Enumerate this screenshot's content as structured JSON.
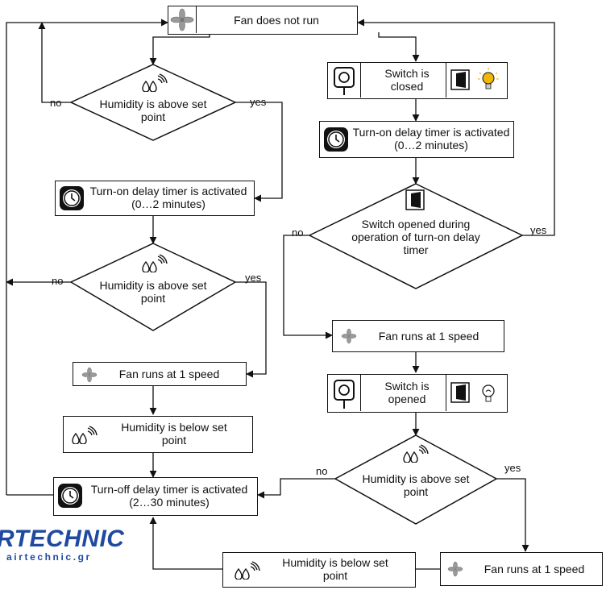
{
  "nodes": {
    "fan_not_run": "Fan does not run",
    "hum_above_1": "Humidity is above set point",
    "turn_on_left": "Turn-on delay timer is activated (0…2 minutes)",
    "hum_above_2": "Humidity is above set point",
    "fan_1_left": "Fan runs at 1 speed",
    "hum_below_left": "Humidity is below set point",
    "turn_off_delay": "Turn-off delay timer is activated (2…30 minutes)",
    "switch_closed": "Switch is closed",
    "turn_on_right": "Turn-on delay timer is activated (0…2 minutes)",
    "switch_opened_q": "Switch opened during operation of turn-on delay timer",
    "fan_1_mid": "Fan runs at 1 speed",
    "switch_opened": "Switch is opened",
    "hum_above_3": "Humidity is above set point",
    "fan_1_right": "Fan runs at 1 speed",
    "hum_below_bottom": "Humidity is below set point"
  },
  "labels": {
    "yes": "yes",
    "no": "no"
  },
  "logo": {
    "brand": "RTECHNIC",
    "url": "airtechnic.gr"
  },
  "colors": {
    "line": "#111111",
    "fan_icon": "#9a9a9a",
    "logo_blue": "#1f4aa0",
    "bulb_on": "#f2b705"
  },
  "icons": [
    "fan-icon",
    "humidity-sensor-icon",
    "timer-icon",
    "switch-sensor-icon",
    "wall-switch-icon",
    "light-bulb-icon"
  ]
}
